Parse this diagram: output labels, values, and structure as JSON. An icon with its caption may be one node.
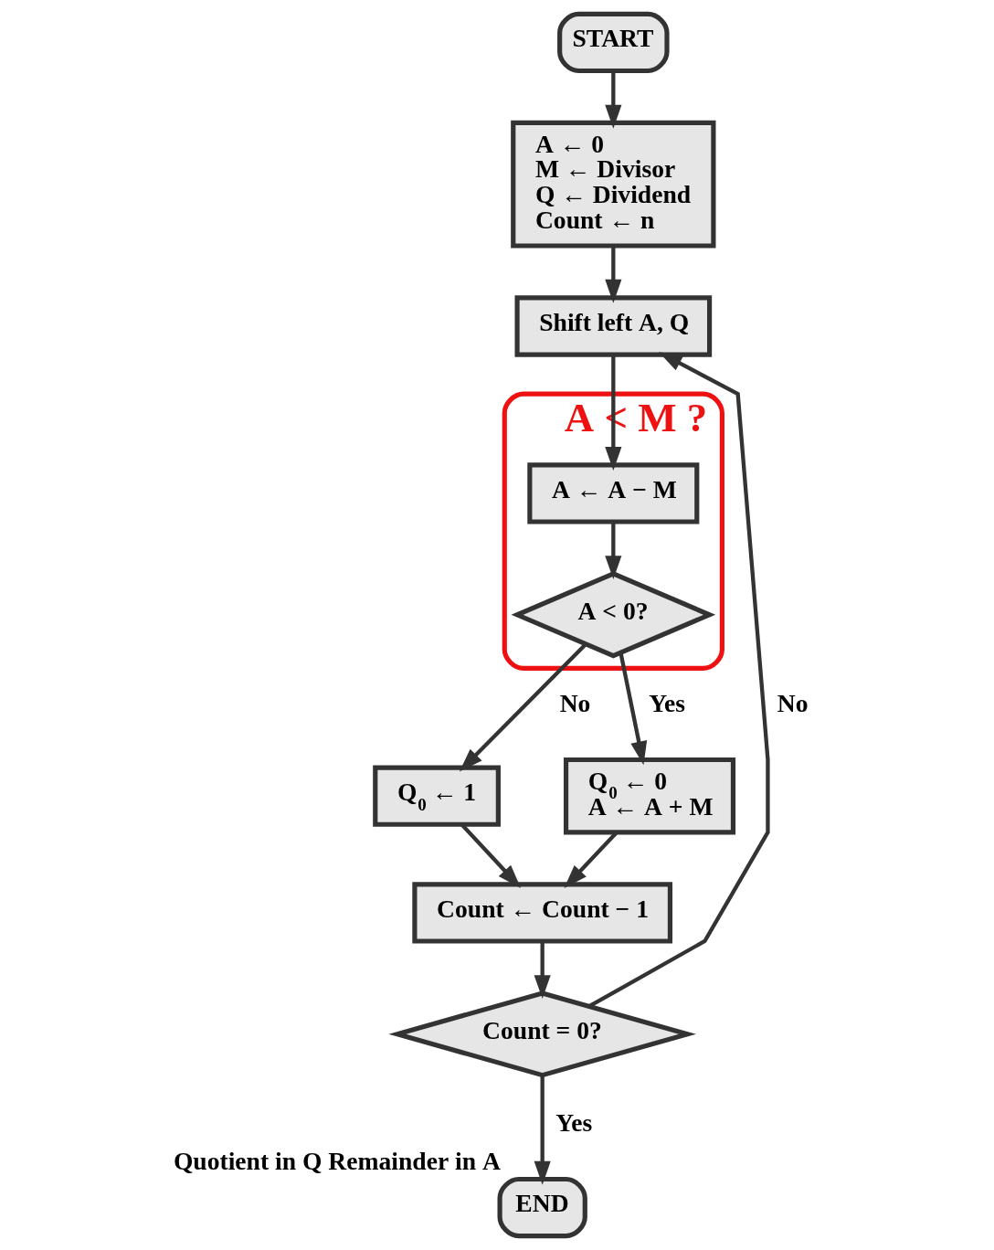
{
  "diagram": {
    "nodes": [
      {
        "text": [
          "START"
        ]
      },
      {
        "text": [
          "A ← 0",
          "M ← Divisor",
          "Q ← Dividend",
          "Count ← n"
        ]
      },
      {
        "text": [
          "Shift left A, Q"
        ]
      },
      {
        "text": [
          "A < M ?"
        ]
      },
      {
        "text": [
          "A ← A − M"
        ],
        "in": 3
      },
      {
        "text": [
          "A < 0?"
        ],
        "in": 3
      },
      {
        "text": [
          "Q$_{0}$ ← 1"
        ]
      },
      {
        "text": [
          "Q$_{0}$ ← 0",
          "A ← A + M"
        ]
      },
      {
        "text": [
          "Count ← Count − 1"
        ]
      },
      {
        "text": [
          "Count = 0?"
        ]
      },
      {
        "text": [
          "END"
        ],
        "beside": [
          "Quotient in Q Remainder in A"
        ]
      }
    ],
    "edges": [
      {
        "from": 0,
        "to": 1,
        "arrow": "to"
      },
      {
        "from": 1,
        "to": 2,
        "arrow": "to"
      },
      {
        "from": 2,
        "to": 4,
        "arrow": "to"
      },
      {
        "from": 4,
        "to": 5,
        "arrow": "to"
      },
      {
        "from": 5,
        "to": 6,
        "label": "No",
        "arrow": "to"
      },
      {
        "from": 5,
        "to": 7,
        "label": "Yes",
        "arrow": "to"
      },
      {
        "from": 6,
        "to": 8,
        "arrow": "to"
      },
      {
        "from": 7,
        "to": 8,
        "arrow": "to"
      },
      {
        "from": 8,
        "to": 9,
        "arrow": "to"
      },
      {
        "from": 9,
        "to": 10,
        "label": "Yes",
        "arrow": "to"
      },
      {
        "from": 9,
        "to": 2,
        "label": "No",
        "arrow": "to"
      }
    ]
  }
}
